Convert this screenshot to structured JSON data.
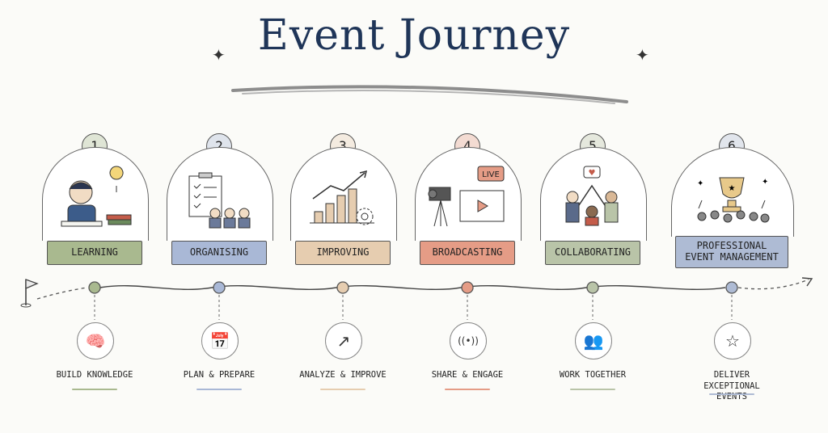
{
  "title": "Event Journey",
  "colors": {
    "title": "#1f3558",
    "green": "#a9b98f",
    "blue": "#a9b8d6",
    "tan": "#e6cdb0",
    "red": "#e59c86",
    "sage": "#b9c4a8",
    "slate": "#aebbd4"
  },
  "stages": [
    {
      "number": "1",
      "label": "LEARNING",
      "caption": "BUILD KNOWLEDGE",
      "icon": "brain-icon",
      "color": "#a9b98f"
    },
    {
      "number": "2",
      "label": "ORGANISING",
      "caption": "PLAN & PREPARE",
      "icon": "calendar-clock-icon",
      "color": "#a9b8d6"
    },
    {
      "number": "3",
      "label": "IMPROVING",
      "caption": "ANALYZE & IMPROVE",
      "icon": "trend-up-icon",
      "color": "#e6cdb0"
    },
    {
      "number": "4",
      "label": "BROADCASTING",
      "caption": "SHARE & ENGAGE",
      "icon": "signal-icon",
      "color": "#e59c86"
    },
    {
      "number": "5",
      "label": "COLLABORATING",
      "caption": "WORK TOGETHER",
      "icon": "team-icon",
      "color": "#b9c4a8"
    },
    {
      "number": "6",
      "label": "PROFESSIONAL EVENT MANAGEMENT",
      "caption": "DELIVER EXCEPTIONAL EVENTS",
      "icon": "star-icon",
      "color": "#aebbd4"
    }
  ],
  "live_badge": "LIVE"
}
